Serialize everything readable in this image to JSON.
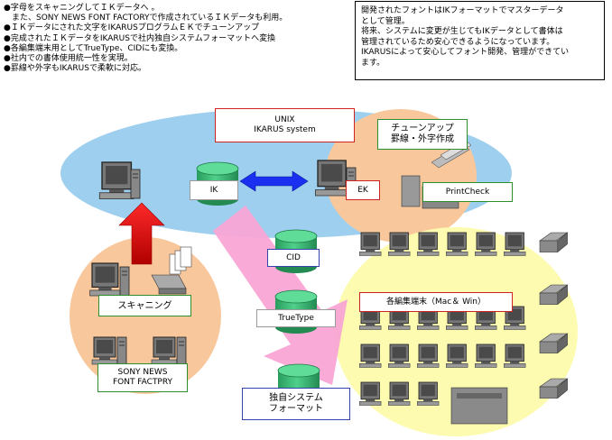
{
  "notes": [
    "●字母をスキャニングしてＩＫデータへ 。",
    "　また、SONY NEWS FONT FACTORYで作成されているＩＫデータも利用。",
    "●ＩＫデータにされた文字をIKARUSプログラムＥＫでチューンアップ",
    "●完成されたＩＫデータをIKARUSで社内独自システムフォーマットへ変換",
    "●各編集端末用としてTrueType、CIDにも変換。",
    "●社内での書体使用統一性を実現。",
    "●罫線や外字もIKARUSで柔軟に対応。"
  ],
  "info_box": [
    "開発されたフォントはIKフォーマットでマスターデータ",
    "として管理。",
    "将来、システムに変更が生じてもIKデータとして書体は",
    "管理されているため安心できるようになっています。",
    "IKARUSによって安心してフォント開発、管理ができてい",
    "ます。"
  ],
  "labels": {
    "unix": [
      "UNIX",
      "IKARUS system"
    ],
    "tuneup": [
      "チューンアップ",
      "罫線・外字作成"
    ],
    "ik": "IK",
    "ek": "EK",
    "printcheck": "PrintCheck",
    "cid": "CID",
    "truetype": "TrueType",
    "scanning": "スキャニング",
    "sony": [
      "SONY NEWS",
      "FONT FACTPRY"
    ],
    "terminals": "各編集端末（Mac＆ Win）",
    "custom_format": [
      "独自システム",
      "フォーマット"
    ]
  },
  "colors": {
    "blue_ellipse": "#9ecfee",
    "peach": "#f8c89c",
    "yellow": "#fdfbb0",
    "pink_arrow": "#f9a5d5",
    "red_arrow": "#e81010",
    "blue_arrow": "#1a2ff0",
    "cylinder": "#3cb878"
  }
}
